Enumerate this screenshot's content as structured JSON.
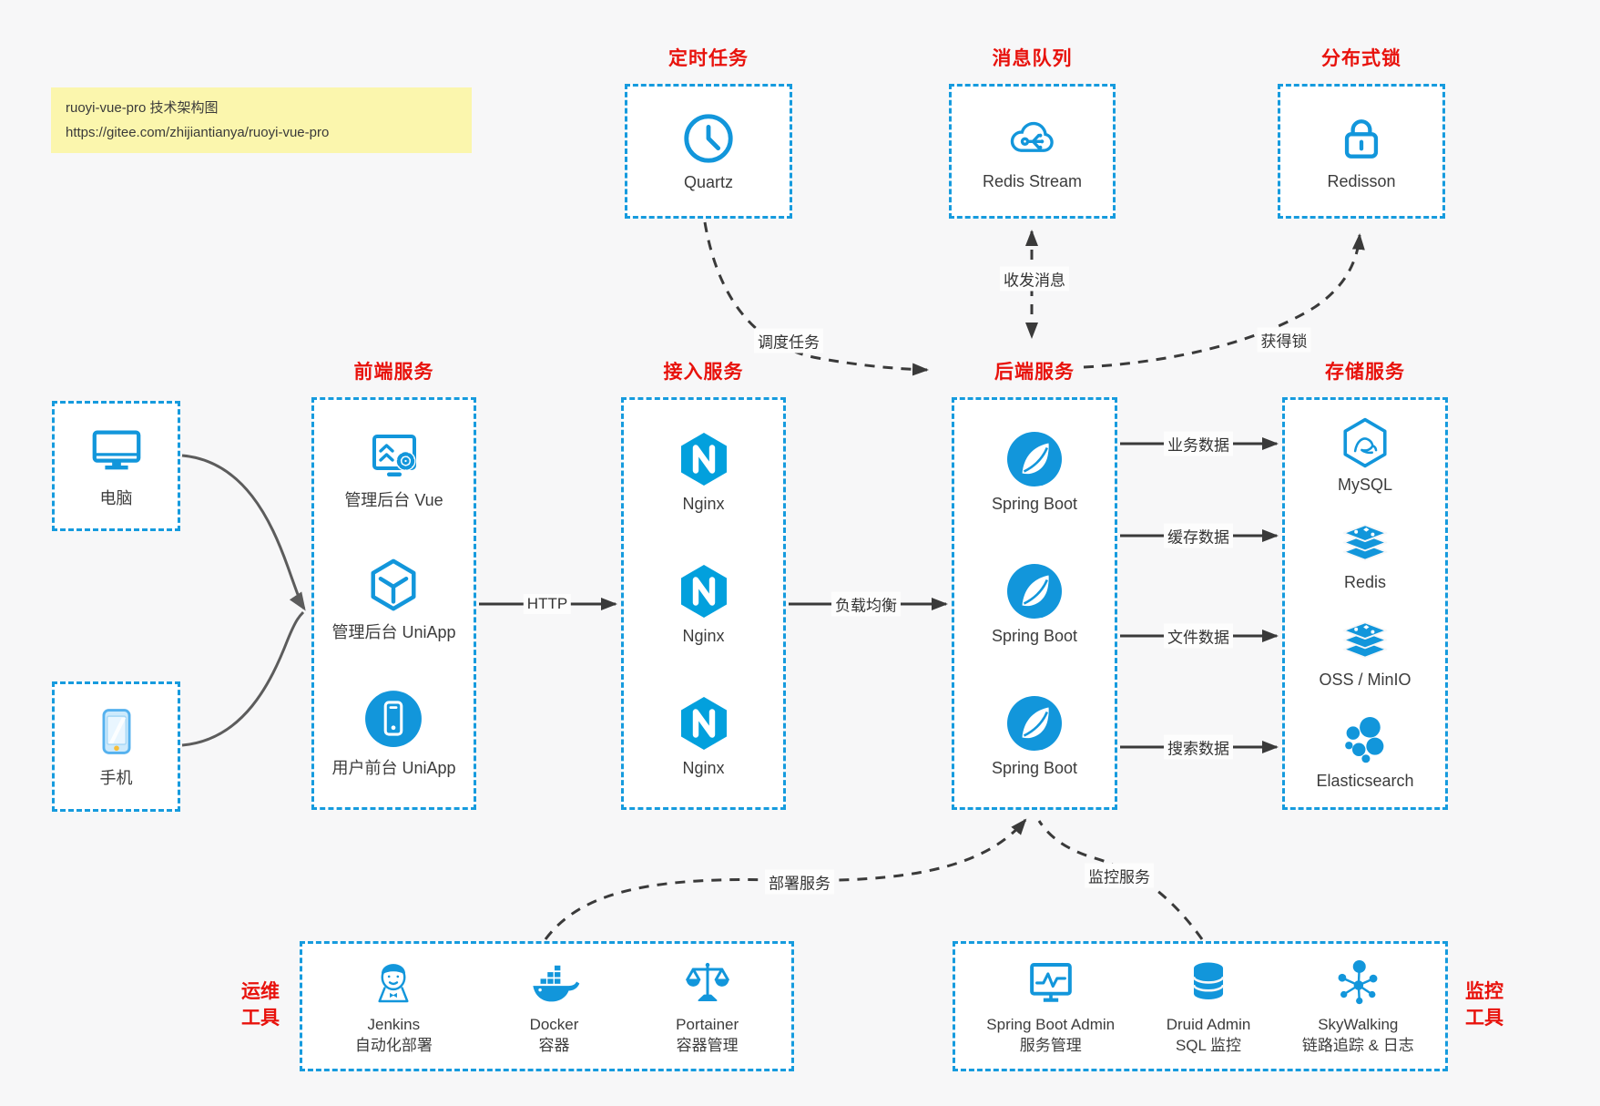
{
  "note": {
    "line1": "ruoyi-vue-pro 技术架构图",
    "line2": "https://gitee.com/zhijiantianya/ruoyi-vue-pro"
  },
  "colors": {
    "accent_blue": "#169bde",
    "icon_blue": "#1296db",
    "title_red": "#e8120c",
    "text_dark": "#3c3c3c",
    "background": "#f7f7f8",
    "note_yellow": "#fbf6ad"
  },
  "groups": {
    "scheduled": {
      "title": "定时任务",
      "items": [
        {
          "label": "Quartz"
        }
      ]
    },
    "mq": {
      "title": "消息队列",
      "items": [
        {
          "label": "Redis Stream"
        }
      ]
    },
    "lock": {
      "title": "分布式锁",
      "items": [
        {
          "label": "Redisson"
        }
      ]
    },
    "devices": {
      "computer": {
        "label": "电脑"
      },
      "phone": {
        "label": "手机"
      }
    },
    "frontend": {
      "title": "前端服务",
      "items": [
        {
          "label": "管理后台 Vue"
        },
        {
          "label": "管理后台 UniApp"
        },
        {
          "label": "用户前台 UniApp"
        }
      ]
    },
    "gateway": {
      "title": "接入服务",
      "items": [
        {
          "label": "Nginx"
        },
        {
          "label": "Nginx"
        },
        {
          "label": "Nginx"
        }
      ]
    },
    "backend": {
      "title": "后端服务",
      "items": [
        {
          "label": "Spring Boot"
        },
        {
          "label": "Spring Boot"
        },
        {
          "label": "Spring Boot"
        }
      ]
    },
    "storage": {
      "title": "存储服务",
      "items": [
        {
          "label": "MySQL"
        },
        {
          "label": "Redis"
        },
        {
          "label": "OSS / MinIO"
        },
        {
          "label": "Elasticsearch"
        }
      ]
    },
    "ops": {
      "title_line1": "运维",
      "title_line2": "工具",
      "items": [
        {
          "label": "Jenkins",
          "sublabel": "自动化部署"
        },
        {
          "label": "Docker",
          "sublabel": "容器"
        },
        {
          "label": "Portainer",
          "sublabel": "容器管理"
        }
      ]
    },
    "monitor": {
      "title_line1": "监控",
      "title_line2": "工具",
      "items": [
        {
          "label": "Spring Boot Admin",
          "sublabel": "服务管理"
        },
        {
          "label": "Druid Admin",
          "sublabel": "SQL 监控"
        },
        {
          "label": "SkyWalking",
          "sublabel": "链路追踪 & 日志"
        }
      ]
    }
  },
  "edges": {
    "http": "HTTP",
    "load_balance": "负载均衡",
    "business_data": "业务数据",
    "cache_data": "缓存数据",
    "file_data": "文件数据",
    "search_data": "搜索数据",
    "schedule_task": "调度任务",
    "send_receive_message": "收发消息",
    "acquire_lock": "获得锁",
    "deploy_service": "部署服务",
    "monitor_service": "监控服务"
  }
}
